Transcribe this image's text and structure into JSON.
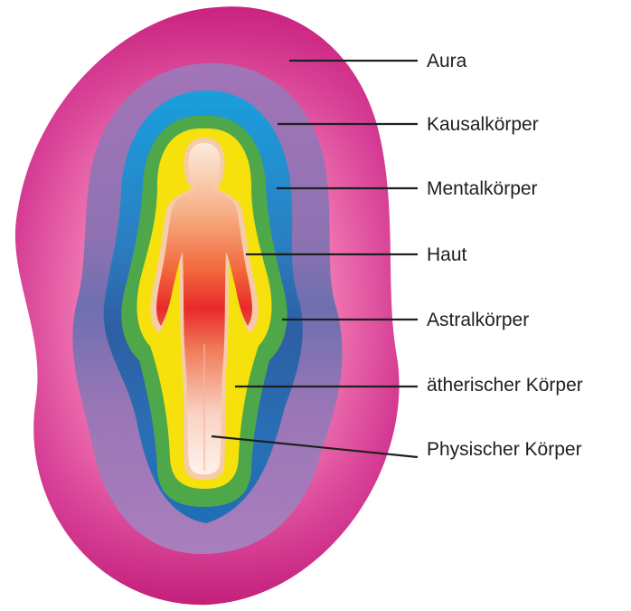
{
  "layers": [
    {
      "id": "aura",
      "color": "#C8267E"
    },
    {
      "id": "kausal",
      "color": "#A276B5"
    },
    {
      "id": "mental",
      "color": "#2B6CB2"
    },
    {
      "id": "mental-outer",
      "color": "#10A5DD"
    },
    {
      "id": "astral",
      "color": "#58AF4E"
    },
    {
      "id": "aetherisch",
      "color": "#F6E30E"
    },
    {
      "id": "haut",
      "color": "#F7D6A8"
    },
    {
      "id": "physisch",
      "color": "#E8292A"
    }
  ],
  "labels": [
    {
      "id": "aura",
      "text": "Aura"
    },
    {
      "id": "kausal",
      "text": "Kausalkörper"
    },
    {
      "id": "mental",
      "text": "Mentalkörper"
    },
    {
      "id": "haut",
      "text": "Haut"
    },
    {
      "id": "astral",
      "text": "Astralkörper"
    },
    {
      "id": "aetherisch",
      "text": "ätherischer Körper"
    },
    {
      "id": "physisch",
      "text": "Physischer Körper"
    }
  ]
}
